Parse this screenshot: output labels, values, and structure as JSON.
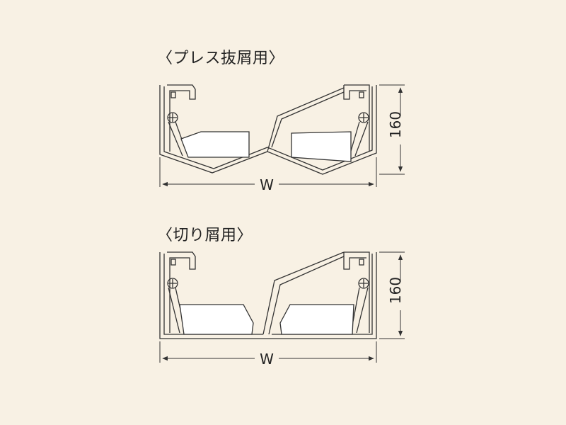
{
  "diagram": {
    "top_section": {
      "title": "〈プレス抜屑用〉",
      "height_dim": "160",
      "width_dim": "W"
    },
    "bottom_section": {
      "title": "〈切り屑用〉",
      "height_dim": "160",
      "width_dim": "W"
    }
  },
  "colors": {
    "background": "#f8f1e4",
    "line": "#333333",
    "fill_light": "#ffffff"
  }
}
